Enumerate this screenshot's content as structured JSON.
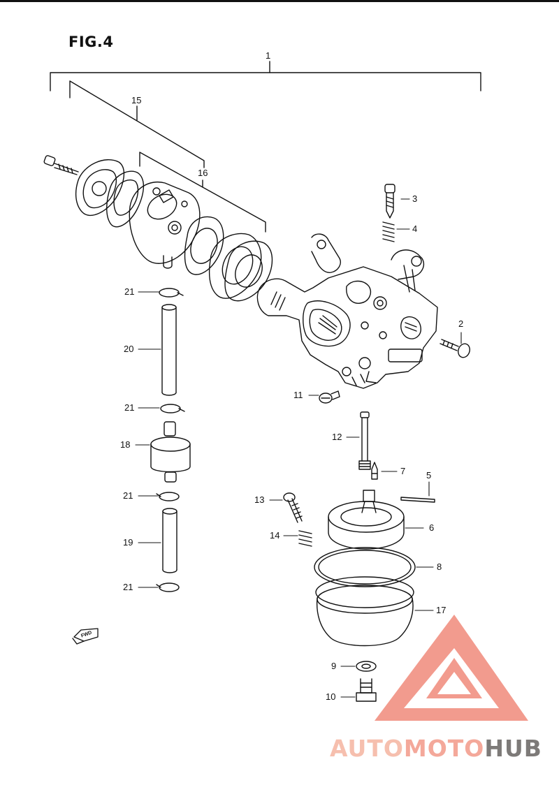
{
  "figure": {
    "title": "FIG.4"
  },
  "callouts": [
    {
      "id": "1",
      "label": "1"
    },
    {
      "id": "15",
      "label": "15"
    },
    {
      "id": "16",
      "label": "16"
    },
    {
      "id": "3",
      "label": "3"
    },
    {
      "id": "4",
      "label": "4"
    },
    {
      "id": "2",
      "label": "2"
    },
    {
      "id": "21a",
      "label": "21"
    },
    {
      "id": "20",
      "label": "20"
    },
    {
      "id": "21b",
      "label": "21"
    },
    {
      "id": "18",
      "label": "18"
    },
    {
      "id": "21c",
      "label": "21"
    },
    {
      "id": "19",
      "label": "19"
    },
    {
      "id": "21d",
      "label": "21"
    },
    {
      "id": "11",
      "label": "11"
    },
    {
      "id": "12",
      "label": "12"
    },
    {
      "id": "7",
      "label": "7"
    },
    {
      "id": "5",
      "label": "5"
    },
    {
      "id": "13",
      "label": "13"
    },
    {
      "id": "6",
      "label": "6"
    },
    {
      "id": "14",
      "label": "14"
    },
    {
      "id": "8",
      "label": "8"
    },
    {
      "id": "17",
      "label": "17"
    },
    {
      "id": "9",
      "label": "9"
    },
    {
      "id": "10",
      "label": "10"
    }
  ],
  "fwd_badge": {
    "label": "FWD",
    "icon": "fwd-arrow-icon"
  },
  "watermark": {
    "icon": "automotohub-logo-icon",
    "part1": "AUTO",
    "part2": "MOTO",
    "part3": "HUB",
    "colors": {
      "logo": "#f08a7a",
      "auto": "#f6bfae",
      "moto": "#f4a89a",
      "hub": "#7d7a78"
    }
  }
}
